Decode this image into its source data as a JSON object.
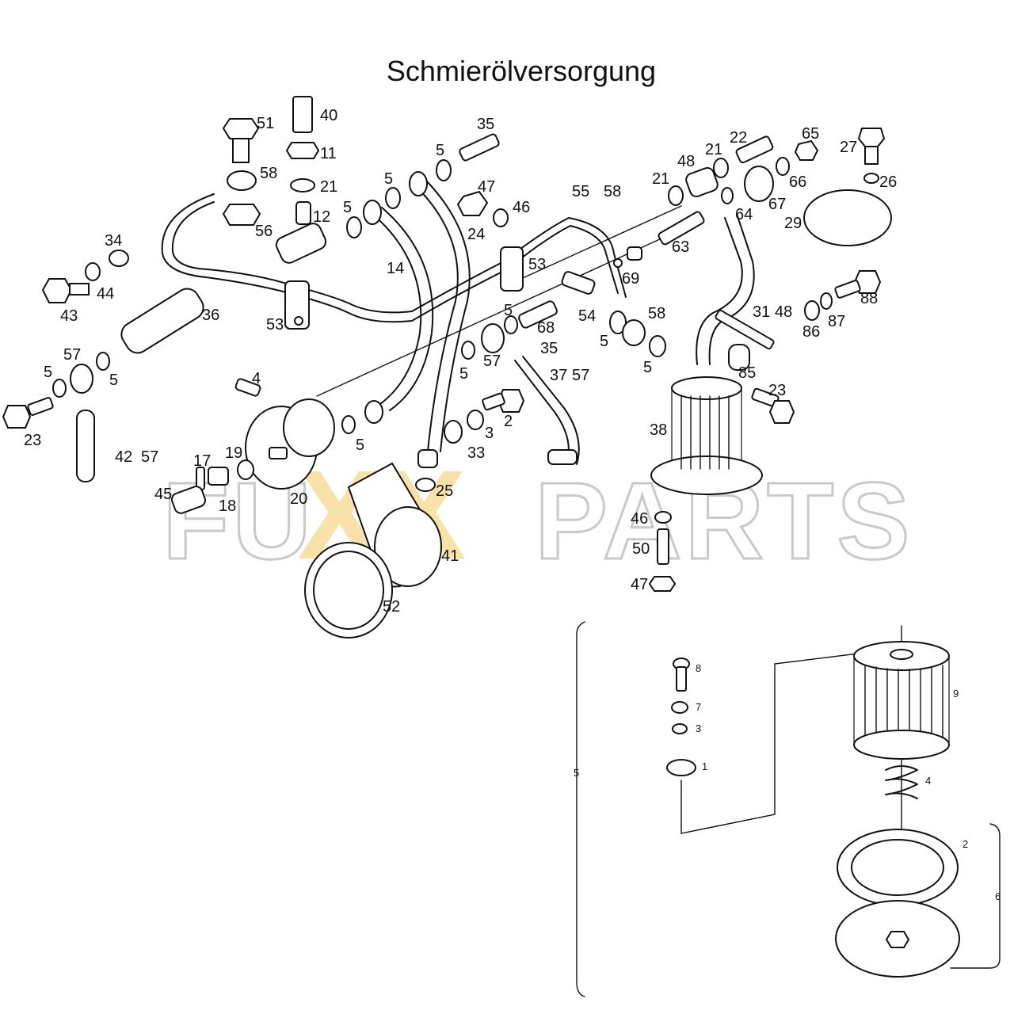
{
  "title": "Schmierölversorgung",
  "watermark": {
    "left": "FU",
    "middle": "XX",
    "right": "PARTS",
    "accent_color": "#f3c75a"
  },
  "main_labels": {
    "l51": "51",
    "l40": "40",
    "l11": "11",
    "l58a": "58",
    "l21a": "21",
    "l12": "12",
    "l56": "56",
    "l35a": "35",
    "l5a": "5",
    "l5b": "5",
    "l5c": "5",
    "l47a": "47",
    "l46a": "46",
    "l24": "24",
    "l14": "14",
    "l53a": "53",
    "l55": "55",
    "l58b": "58",
    "l53b": "53",
    "l21b": "21",
    "l48a": "48",
    "l21c": "21",
    "l22": "22",
    "l65": "65",
    "l66": "66",
    "l67": "67",
    "l64": "64",
    "l63": "63",
    "l69": "69",
    "l27": "27",
    "l26": "26",
    "l29": "29",
    "l34": "34",
    "l44": "44",
    "l43": "43",
    "l36": "36",
    "l5d": "5",
    "l68": "68",
    "l35b": "35",
    "l54": "54",
    "l58c": "58",
    "l5e": "5",
    "l5f": "5",
    "l31": "31",
    "l48b": "48",
    "l86": "86",
    "l87": "87",
    "l88": "88",
    "l85": "85",
    "l23b": "23",
    "l57a": "57",
    "l5g": "5",
    "l5h": "5",
    "l23a": "23",
    "l5i": "5",
    "l57b": "57",
    "l37": "37",
    "l57c": "57",
    "l42": "42",
    "l57d": "57",
    "l4": "4",
    "l2": "2",
    "l3": "3",
    "l33": "33",
    "l5j": "5",
    "l17": "17",
    "l19": "19",
    "l45": "45",
    "l18": "18",
    "l20": "20",
    "l25": "25",
    "l41": "41",
    "l52": "52",
    "l38": "38",
    "l46b": "46",
    "l50": "50",
    "l47b": "47"
  },
  "inset_labels": {
    "i8": "8",
    "i7": "7",
    "i3": "3",
    "i1": "1",
    "i9": "9",
    "i4": "4",
    "i2": "2",
    "i5": "5",
    "i6": "6"
  }
}
